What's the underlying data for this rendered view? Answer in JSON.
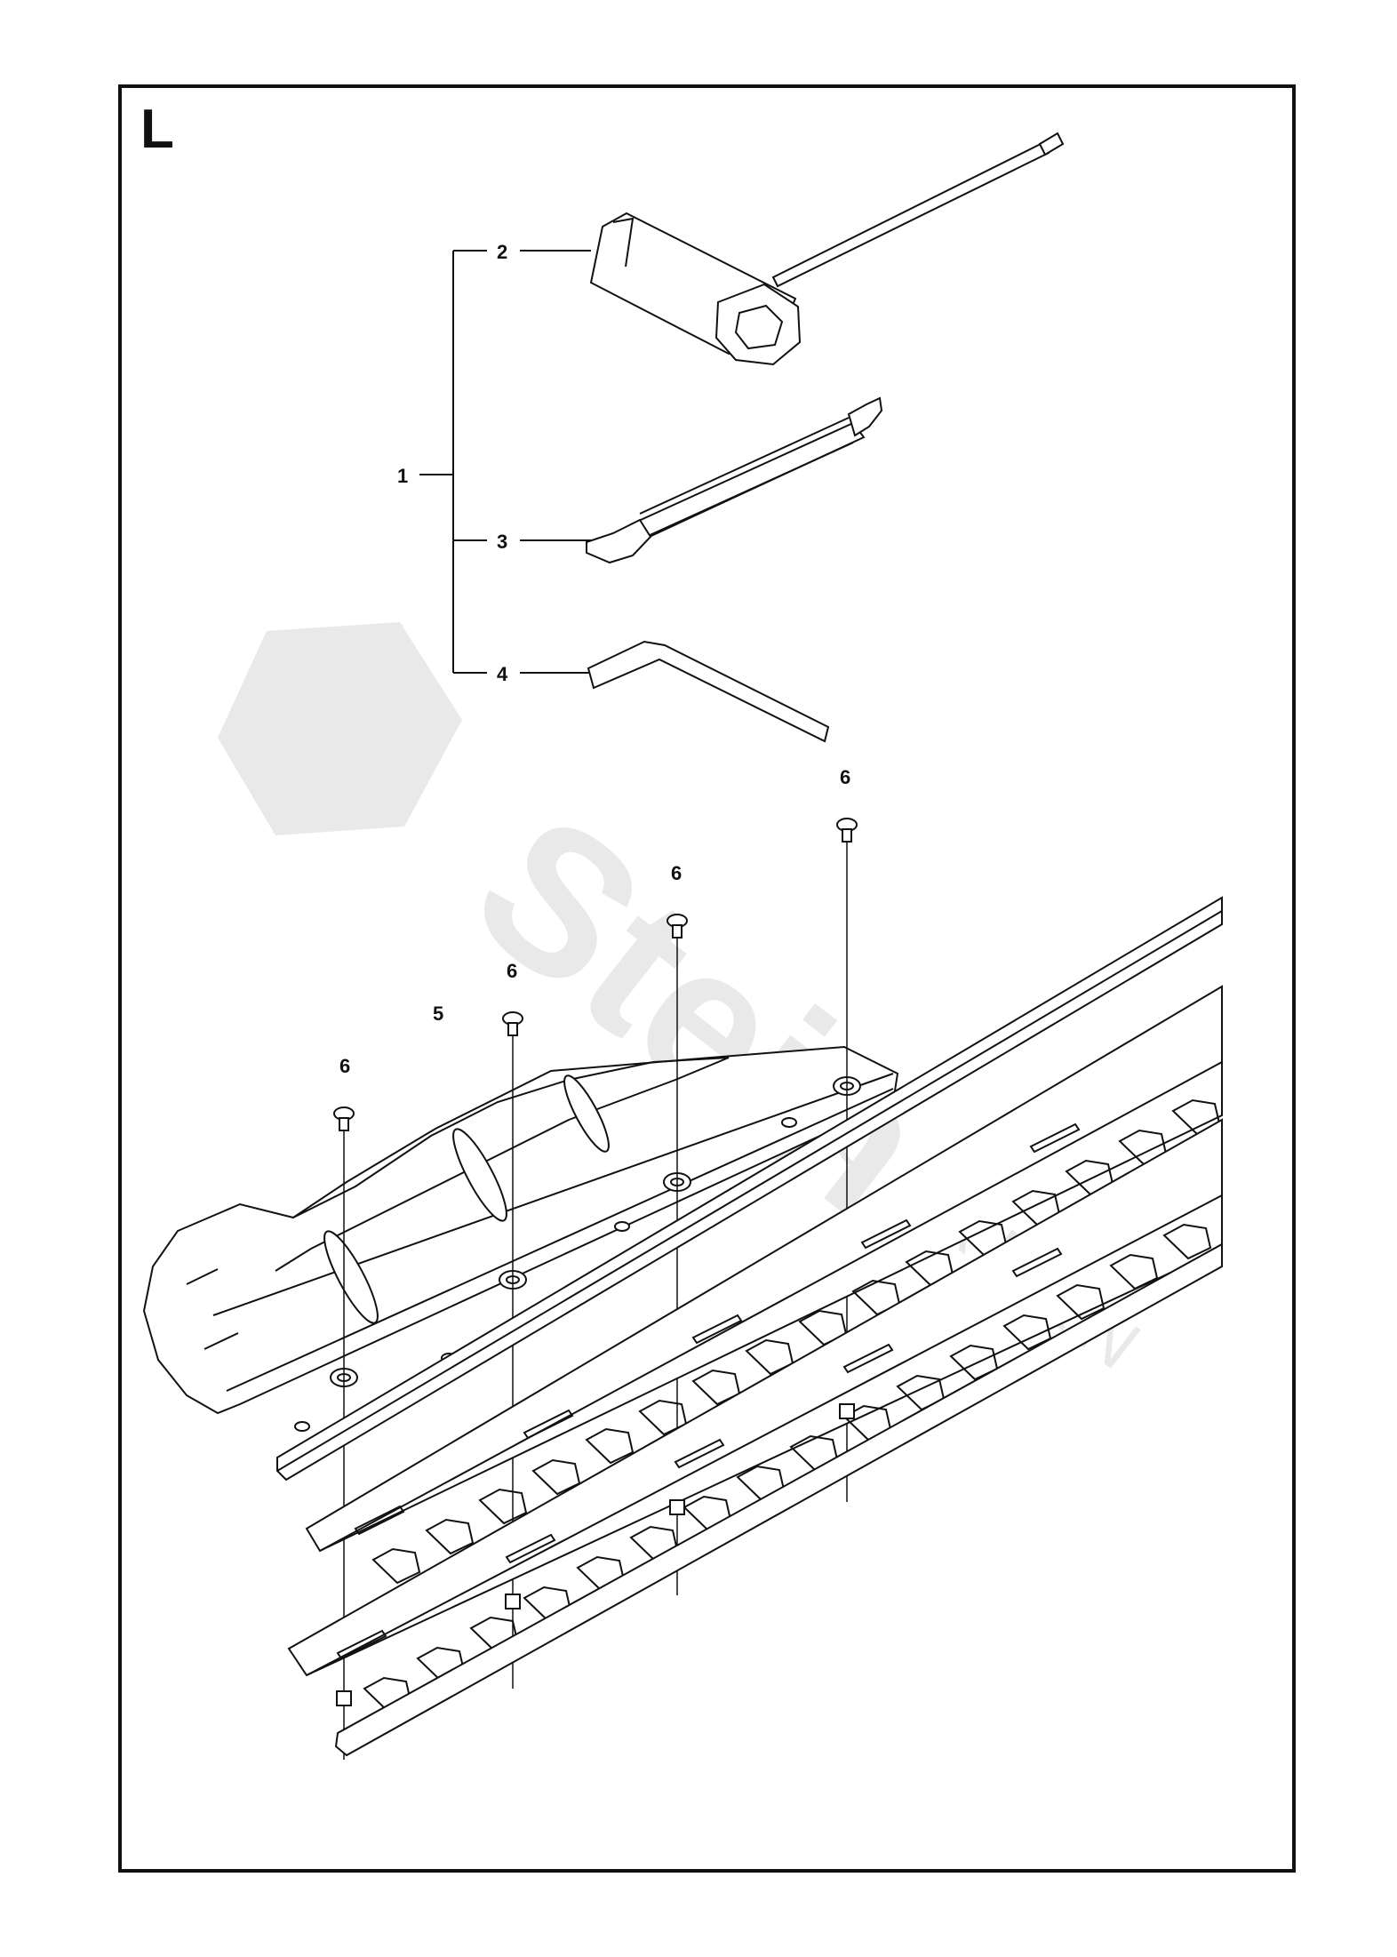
{
  "section": "L",
  "callouts": {
    "c1": "1",
    "c2": "2",
    "c3": "3",
    "c4": "4",
    "c5": "5",
    "c6": "6"
  },
  "watermark": {
    "brand": "Stein",
    "sub": "GARDEN"
  },
  "colors": {
    "line": "#111111",
    "watermark": "#e9e9e9",
    "background": "#ffffff"
  }
}
